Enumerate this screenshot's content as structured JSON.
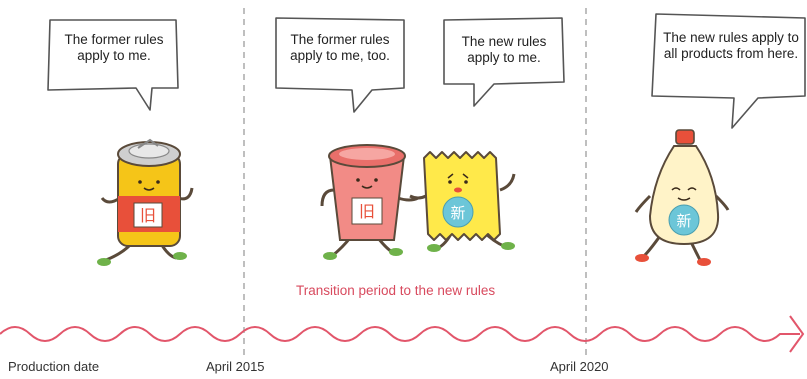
{
  "speech": {
    "former": "The former rules apply to me.",
    "former_too": "The former rules apply to me, too.",
    "new_apply": "The new rules apply to me.",
    "new_all": "The new rules apply to all products from here."
  },
  "characters": {
    "can_badge": "旧",
    "cup_badge": "旧",
    "pack_badge": "新",
    "bottle_badge": "新"
  },
  "transition_label": "Transition period to the new rules",
  "timeline": {
    "production_date": "Production date",
    "april_2015": "April 2015",
    "april_2020": "April 2020"
  },
  "colors": {
    "timeline": "#e2566b",
    "transition_text": "#d84a5e",
    "divider": "#aaaaaa",
    "can_body": "#f5c518",
    "can_band": "#e8503a",
    "cup_body": "#f28b86",
    "pack_body": "#ffe94a",
    "bottle_body": "#fff3c8",
    "new_badge": "#6cc6d8"
  }
}
